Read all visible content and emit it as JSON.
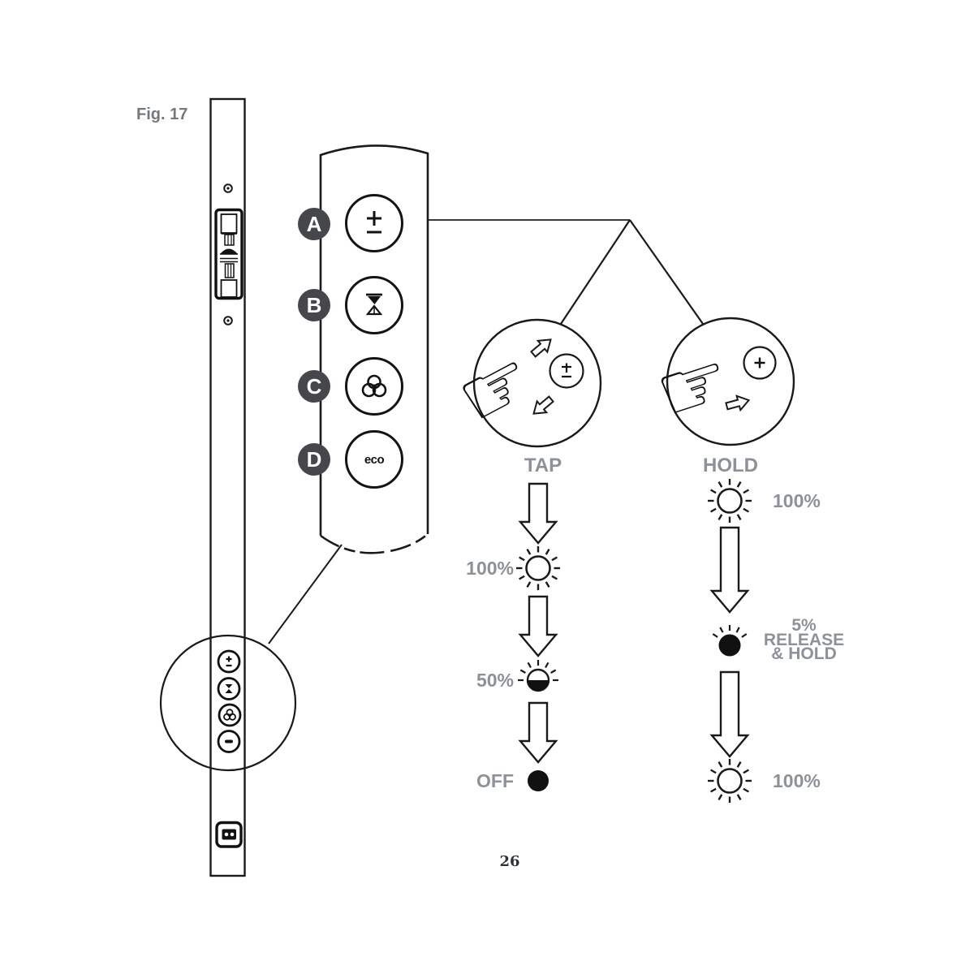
{
  "figure": {
    "title": "Fig. 17",
    "page_number": "26"
  },
  "colors": {
    "ink": "#1a1a1a",
    "label_gray": "#8d9299",
    "badge_bg": "#46474b"
  },
  "panel": {
    "buttons": [
      {
        "badge": "A",
        "icon": "plus-minus",
        "label": ""
      },
      {
        "badge": "B",
        "icon": "hourglass",
        "label": ""
      },
      {
        "badge": "C",
        "icon": "color-mix",
        "label": ""
      },
      {
        "badge": "D",
        "icon": "eco",
        "label": "eco"
      }
    ]
  },
  "icons": {
    "hand": "☞"
  },
  "tap_flow": {
    "title": "TAP",
    "steps": [
      {
        "value": "100%",
        "state": "sun-full"
      },
      {
        "value": "50%",
        "state": "sun-half"
      },
      {
        "value": "OFF",
        "state": "off-dot"
      }
    ]
  },
  "hold_flow": {
    "title": "HOLD",
    "start_value": "100%",
    "mid_lines": [
      "5%",
      "RELEASE",
      "& HOLD"
    ],
    "end_value": "100%"
  }
}
